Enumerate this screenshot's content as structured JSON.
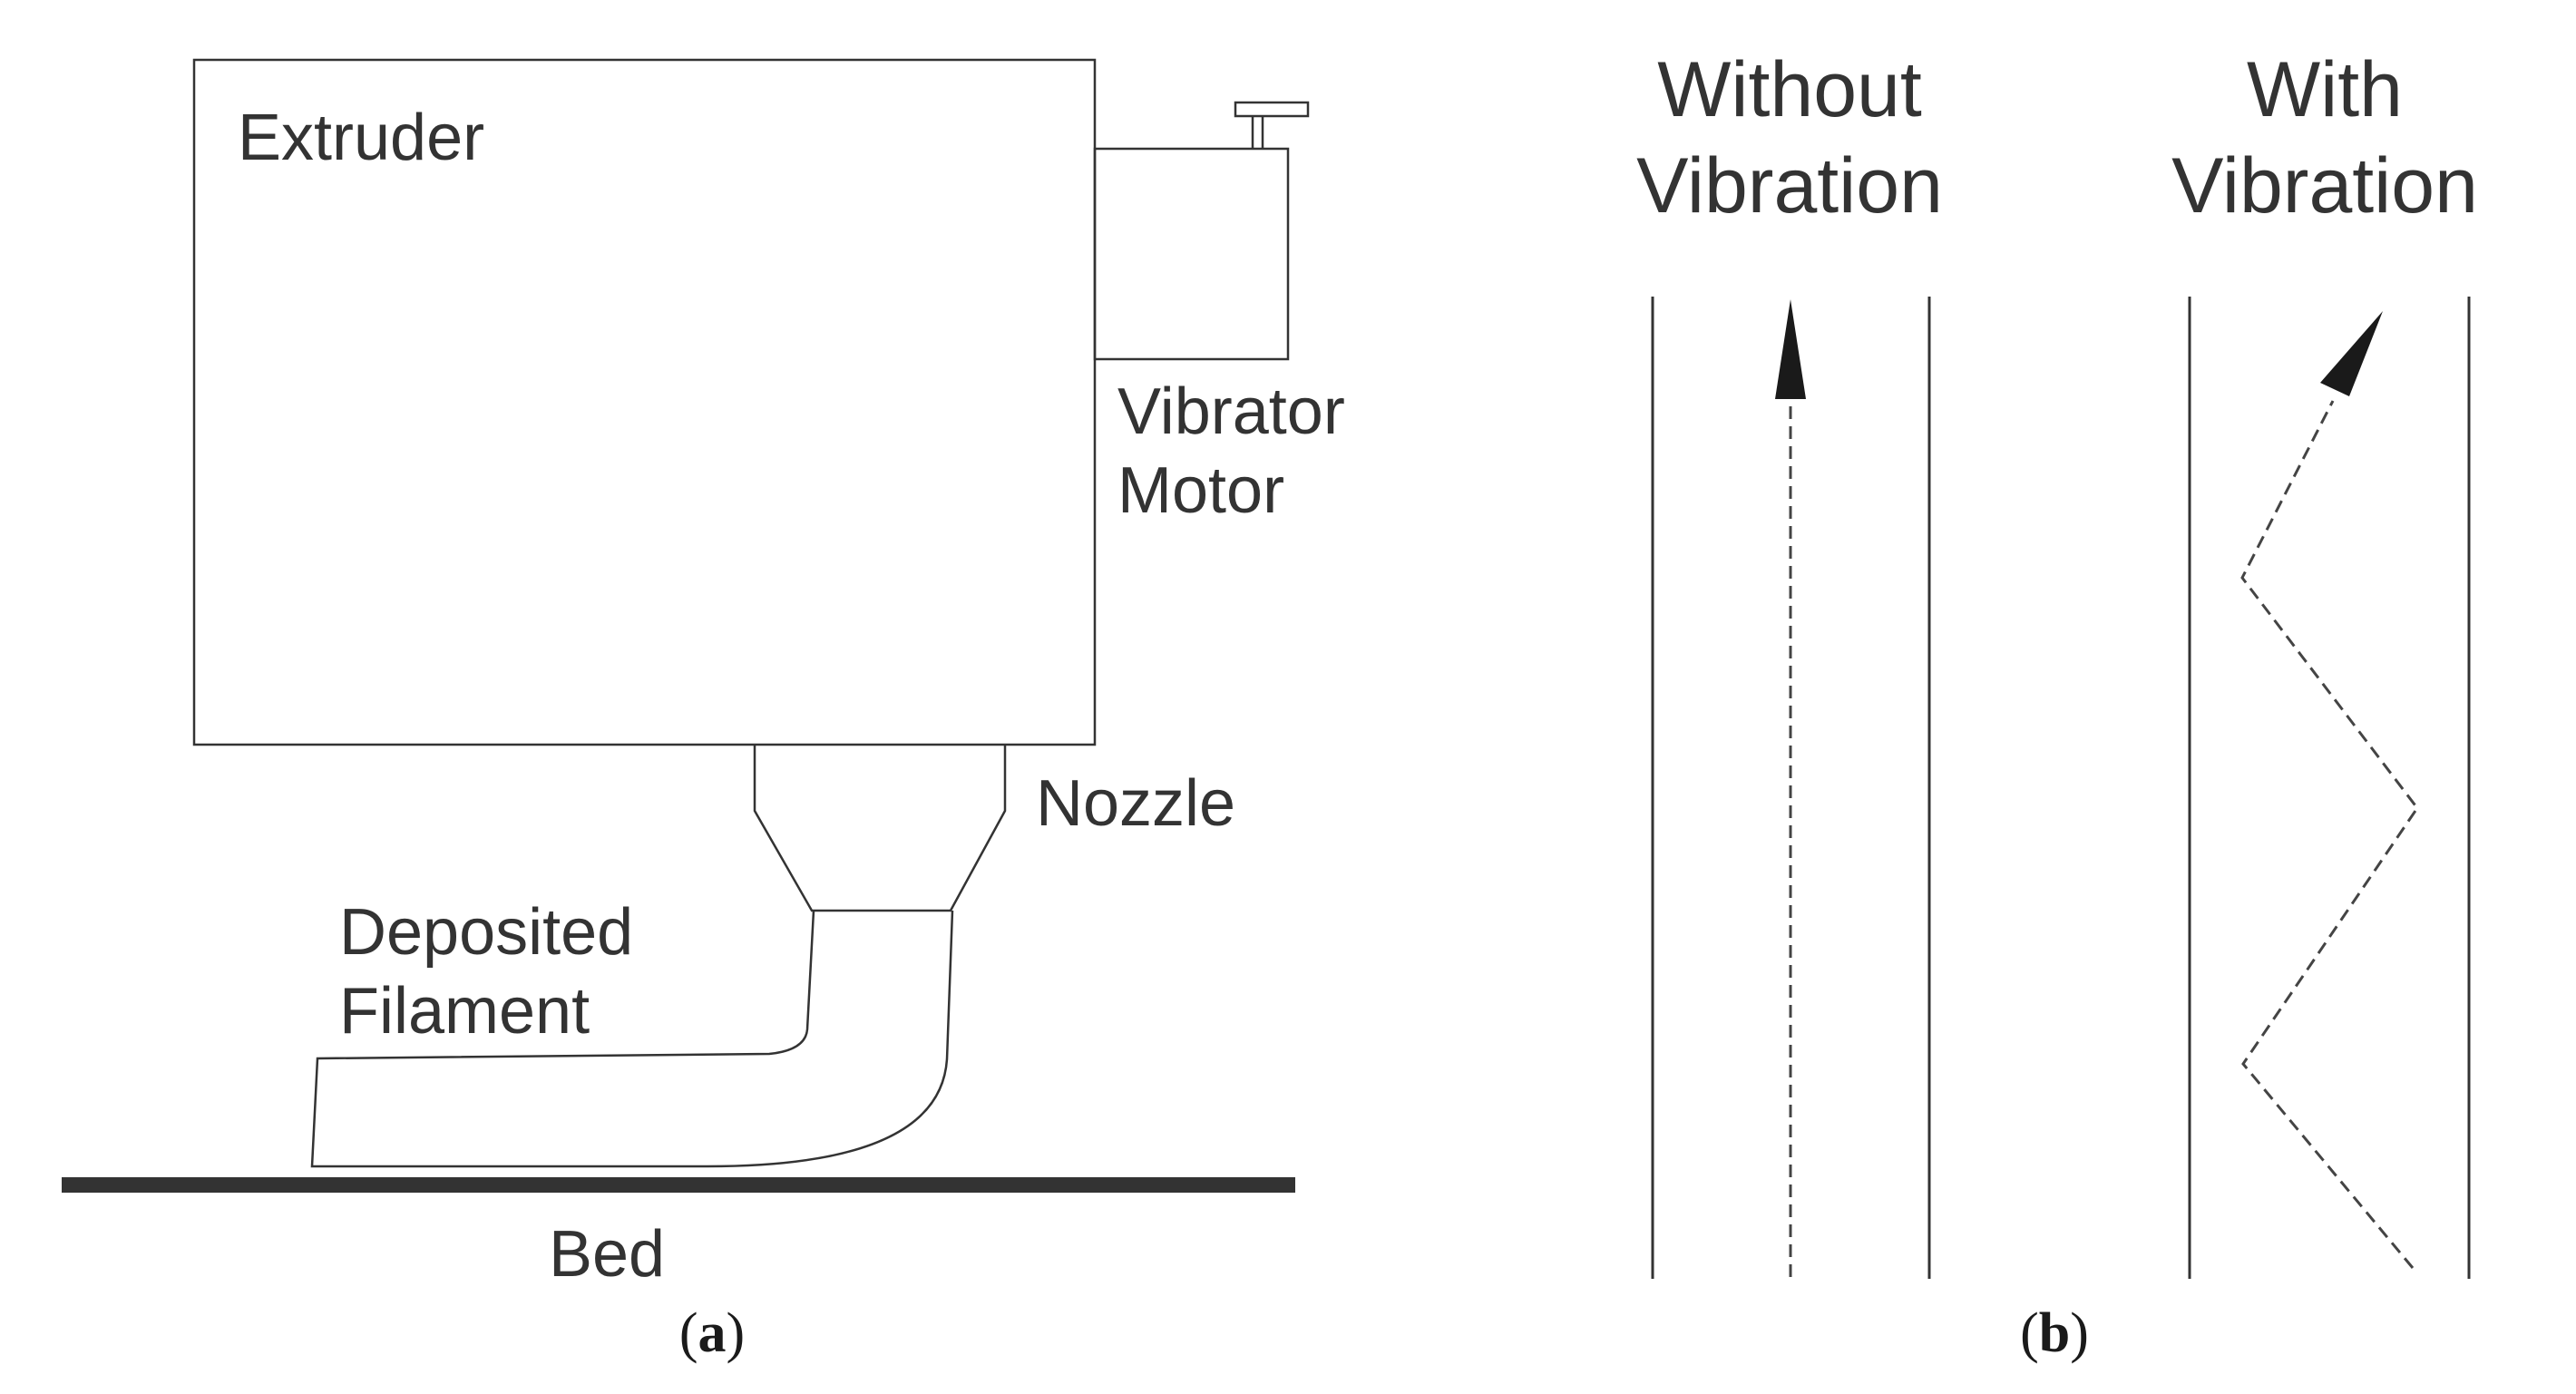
{
  "panel_a": {
    "extruder_label": "Extruder",
    "vibrator_label_line1": "Vibrator",
    "vibrator_label_line2": "Motor",
    "nozzle_label": "Nozzle",
    "filament_label_line1": "Deposited",
    "filament_label_line2": "Filament",
    "bed_label": "Bed",
    "caption_open": "(",
    "caption_letter": "a",
    "caption_close": ")"
  },
  "panel_b": {
    "left_title_line1": "Without",
    "left_title_line2": "Vibration",
    "right_title_line1": "With",
    "right_title_line2": "Vibration",
    "caption_open": "(",
    "caption_letter": "b",
    "caption_close": ")"
  }
}
